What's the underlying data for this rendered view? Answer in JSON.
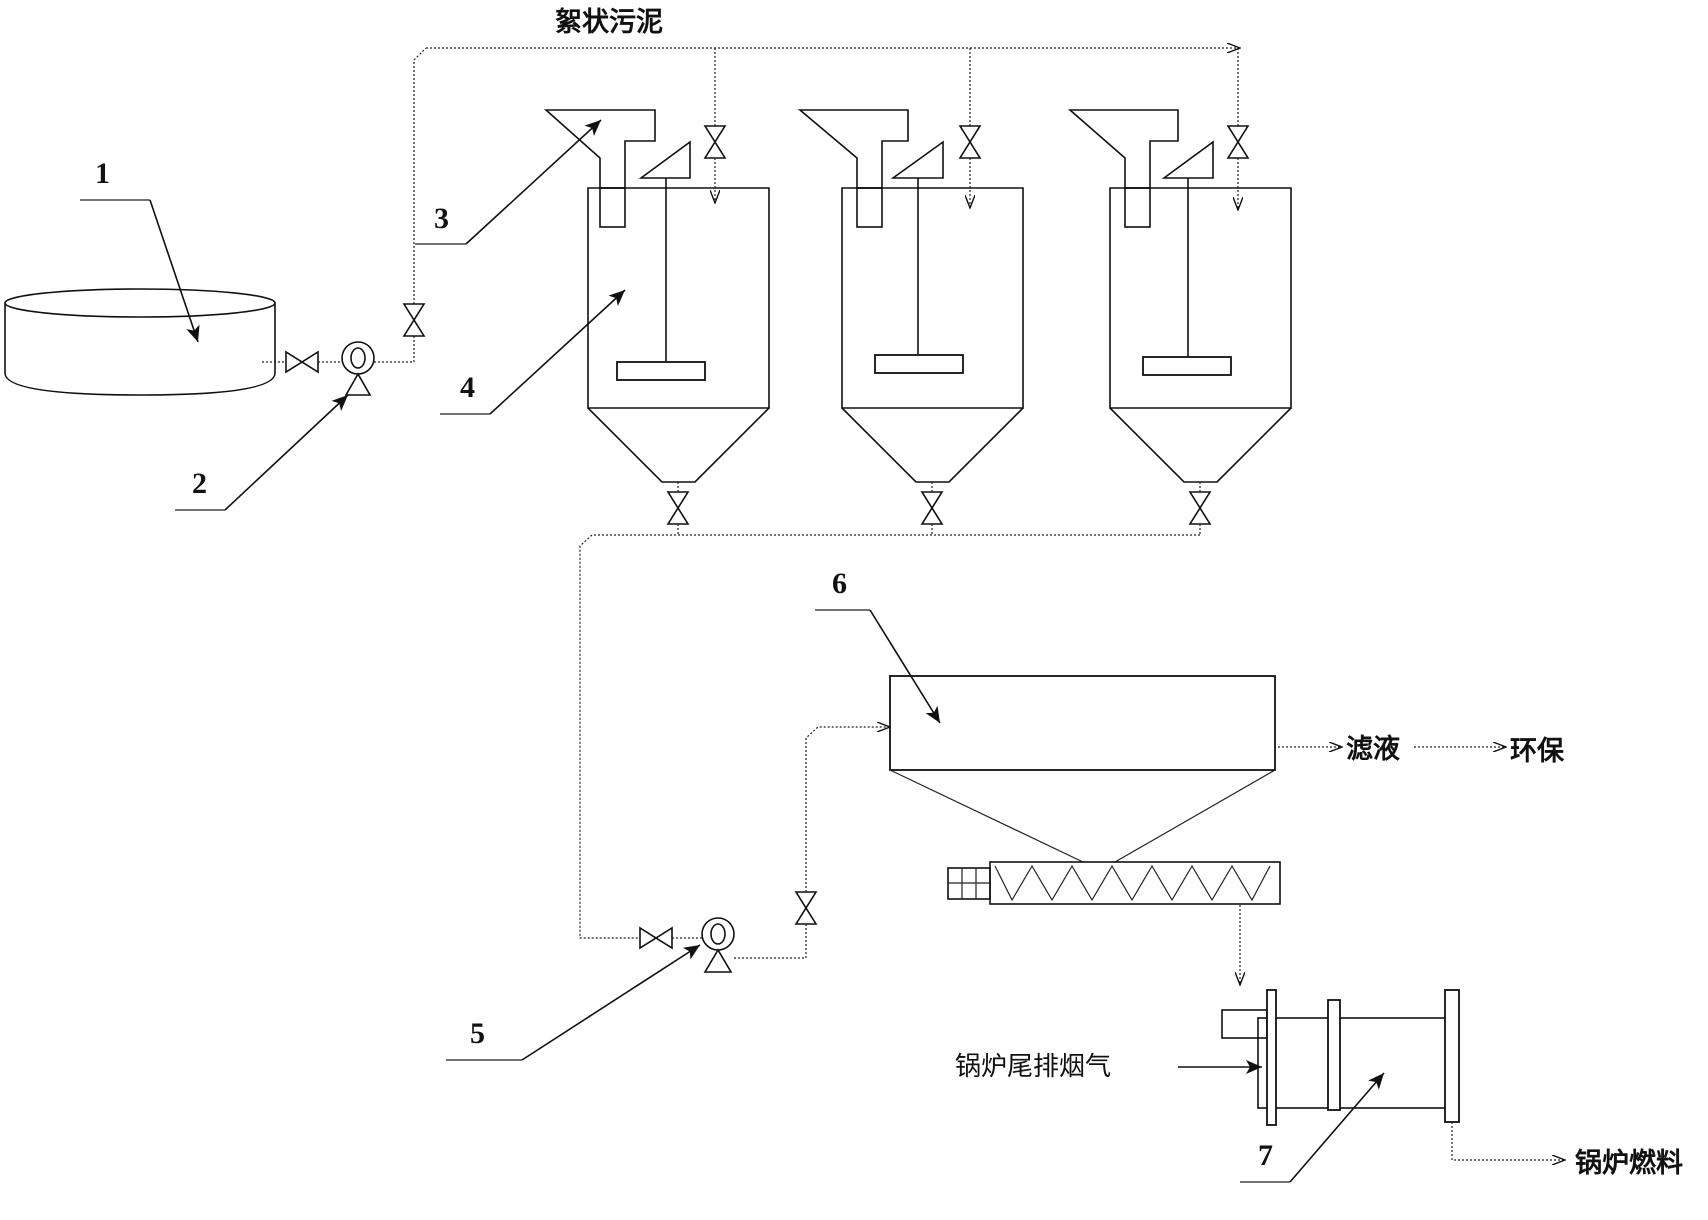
{
  "labels": {
    "floc_sludge": "絮状污泥",
    "filtrate": "滤液",
    "env": "环保",
    "flue_gas": "锅炉尾排烟气",
    "boiler_fuel": "锅炉燃料"
  },
  "numbers": {
    "n1": "1",
    "n2": "2",
    "n3": "3",
    "n4": "4",
    "n5": "5",
    "n6": "6",
    "n7": "7"
  },
  "components": [
    {
      "id": "1",
      "name": "storage-tank"
    },
    {
      "id": "2",
      "name": "feed-pump"
    },
    {
      "id": "3",
      "name": "feed-hopper"
    },
    {
      "id": "4",
      "name": "mixing-tank"
    },
    {
      "id": "5",
      "name": "transfer-pump"
    },
    {
      "id": "6",
      "name": "filter-press"
    },
    {
      "id": "7",
      "name": "rotary-dryer"
    }
  ]
}
